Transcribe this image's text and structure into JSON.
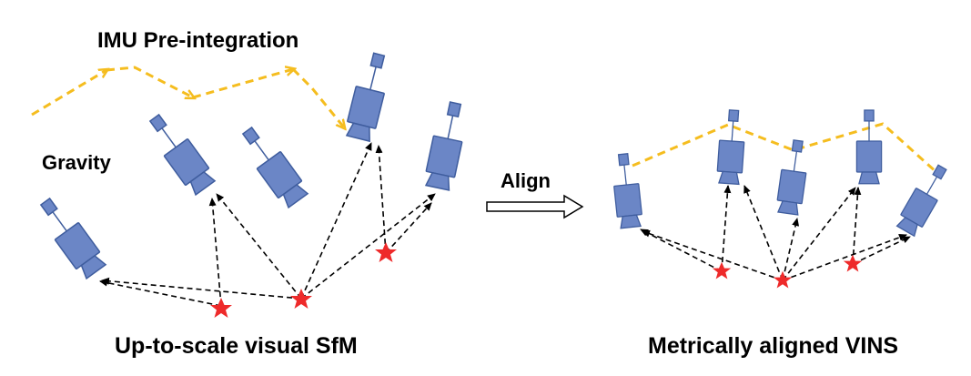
{
  "labels": {
    "imu_preintegration": "IMU Pre-integration",
    "gravity": "Gravity",
    "align": "Align",
    "left_caption": "Up-to-scale visual SfM",
    "right_caption": "Metrically aligned VINS"
  },
  "colors": {
    "camera_fill": "#6b86c6",
    "camera_stroke": "#3f5d9e",
    "imu_path": "#f5bd1f",
    "landmark": "#ee2a2a",
    "ray": "#000000"
  }
}
